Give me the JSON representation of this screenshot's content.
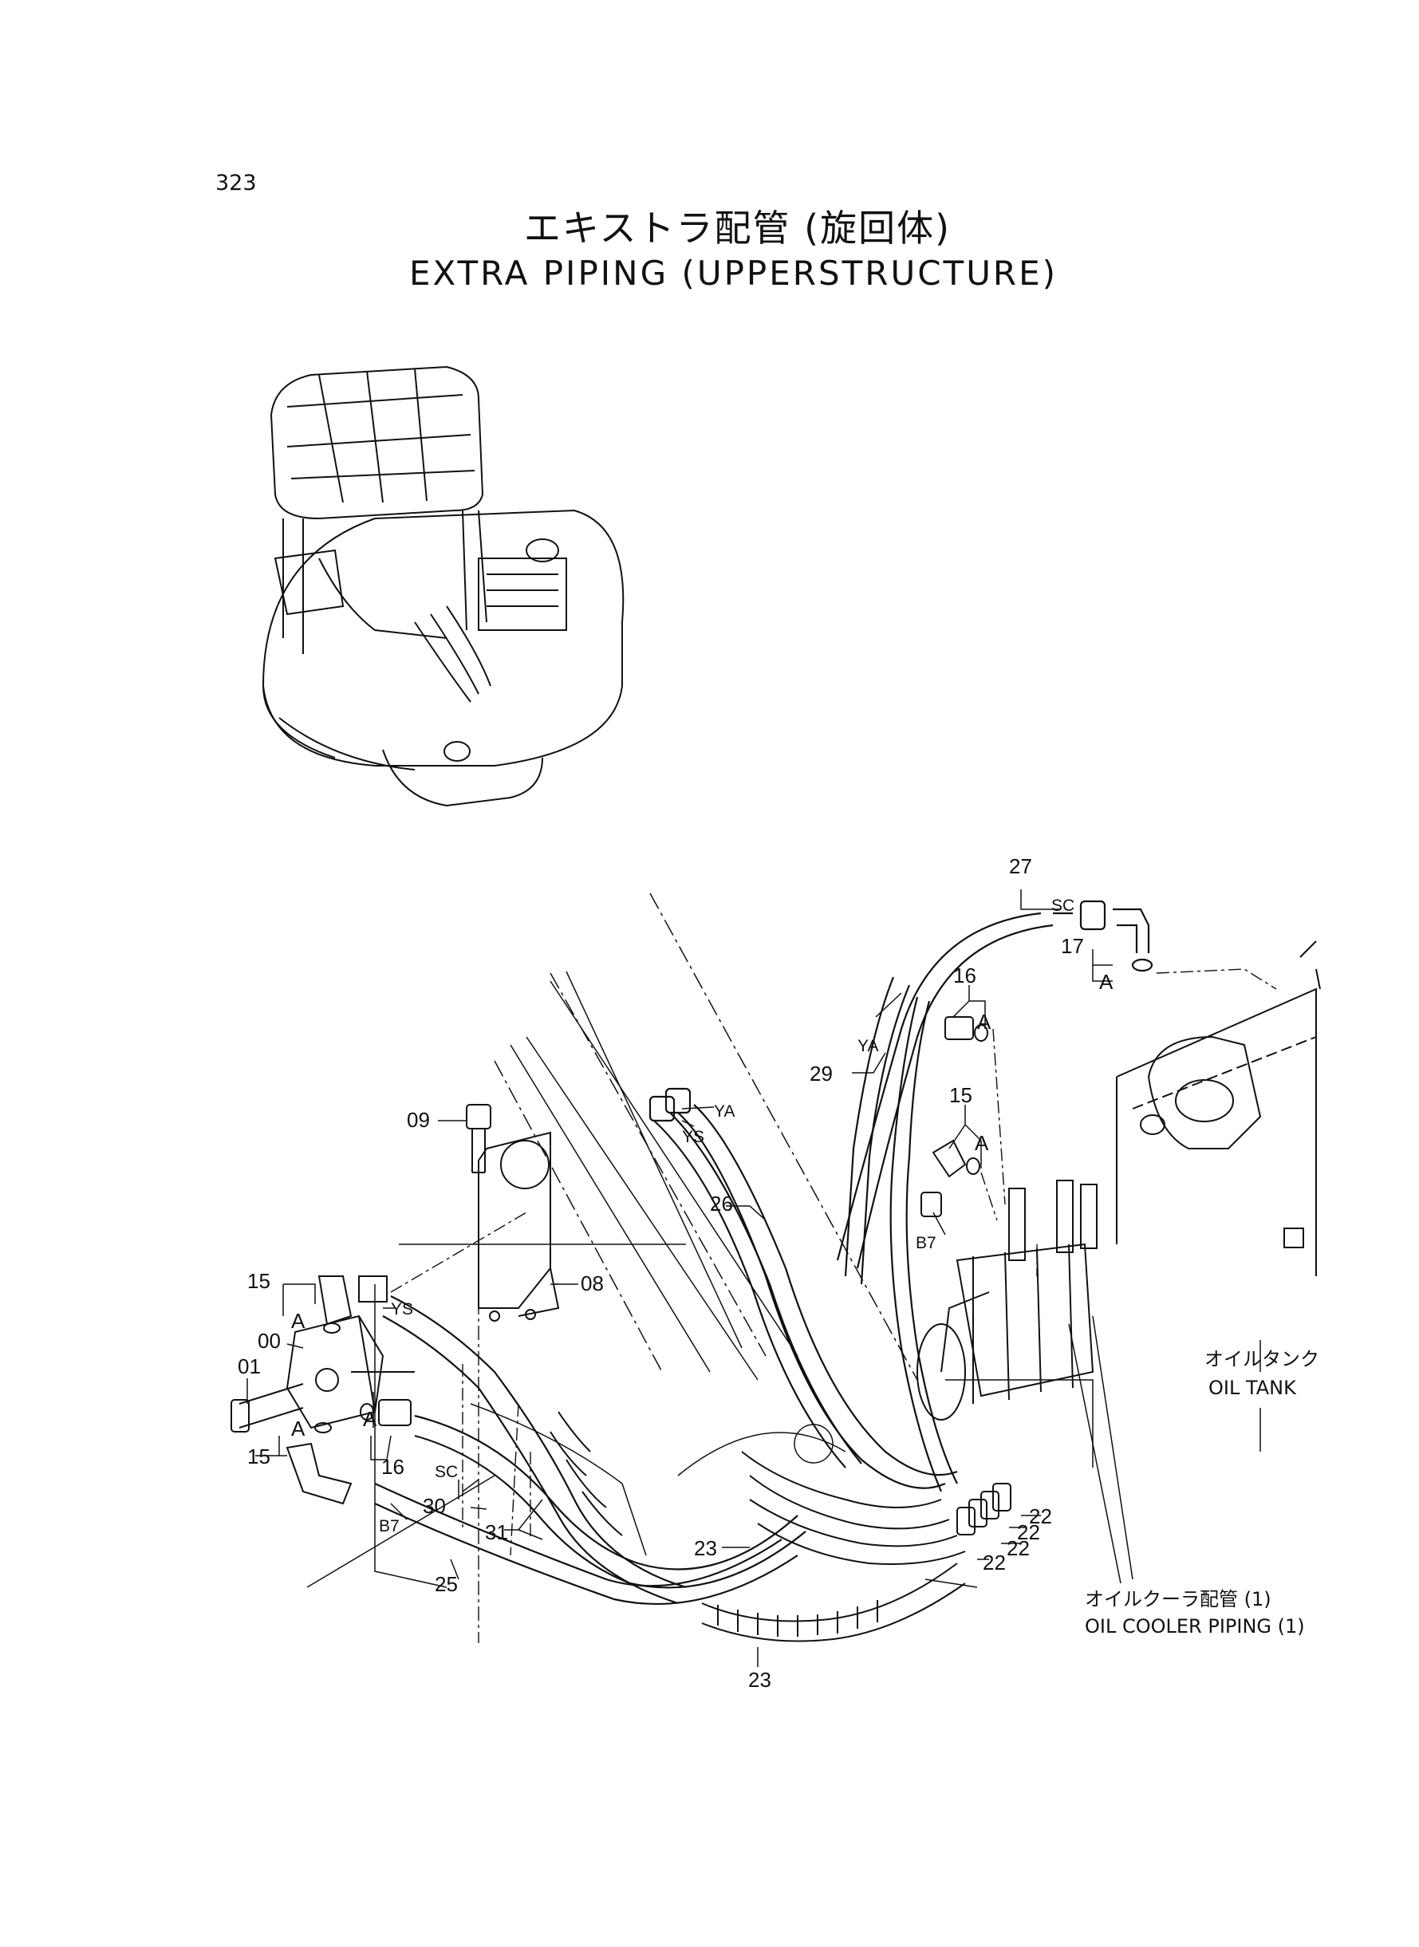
{
  "page_number": "323",
  "title_ja": "エキストラ配管 (旋回体)",
  "title_en": "EXTRA PIPING (UPPERSTRUCTURE)",
  "callouts": {
    "c27": "27",
    "c17": "17",
    "cA1": "A",
    "cSC1": "SC",
    "c16a": "16",
    "cA2": "A",
    "cYA1": "YA",
    "c29": "29",
    "c15a": "15",
    "cA3": "A",
    "cYA2": "YA",
    "cYS1": "YS",
    "cB7a": "B7",
    "c09": "09",
    "c26": "26",
    "c08": "08",
    "c15b": "15",
    "cA4": "A",
    "c00": "00",
    "cYS2": "YS",
    "c01": "01",
    "cA5": "A",
    "cA6": "A",
    "c15c": "15",
    "c16b": "16",
    "cSC2": "SC",
    "c30": "30",
    "cB7b": "B7",
    "c31": "31",
    "c25": "25",
    "c23a": "23",
    "c23b": "23",
    "c22a": "22",
    "c22b": "22",
    "c22c": "22",
    "c22d": "22"
  },
  "labels": {
    "oil_tank_ja": "オイルタンク",
    "oil_tank_en": "OIL TANK",
    "oil_cooler_ja": "オイルクーラ配管 (1)",
    "oil_cooler_en": "OIL COOLER PIPING (1)"
  }
}
